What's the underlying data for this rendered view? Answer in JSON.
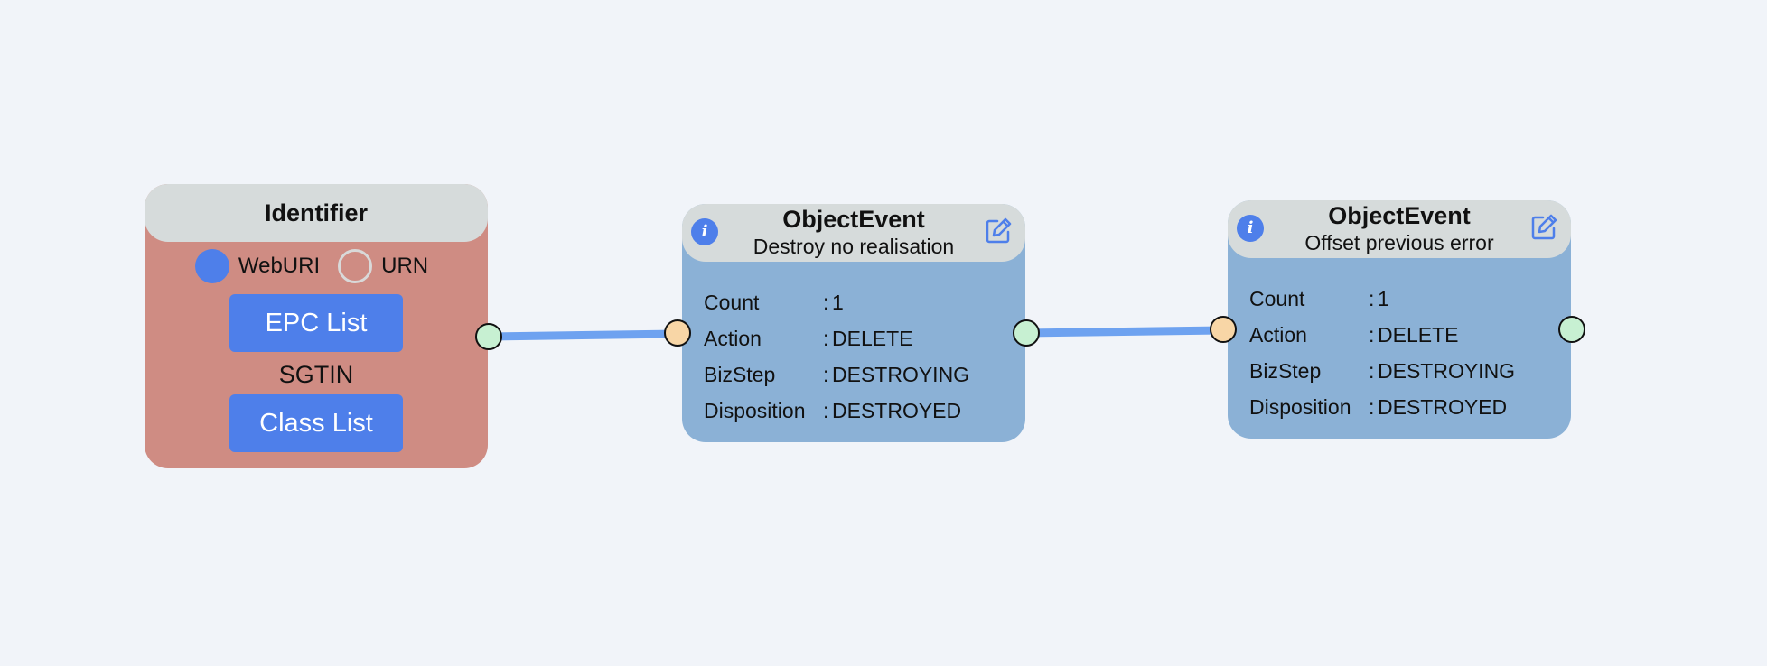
{
  "colors": {
    "background": "#f1f4f9",
    "identifier_node": "#cf8c83",
    "event_node": "#8bb1d6",
    "header": "#d6dbdb",
    "accent": "#4e7fea",
    "edge": "#6ea2f0",
    "output_port": "#c7f0d2",
    "input_port": "#f8d6a6"
  },
  "identifier": {
    "title": "Identifier",
    "formats": [
      {
        "label": "WebURI",
        "selected": true
      },
      {
        "label": "URN",
        "selected": false
      }
    ],
    "epc_list_label": "EPC List",
    "scheme": "SGTIN",
    "class_list_label": "Class List"
  },
  "events": [
    {
      "title": "ObjectEvent",
      "subtitle": "Destroy no realisation",
      "info_icon": "info-icon",
      "edit_icon": "edit-icon",
      "properties": [
        {
          "key": "Count",
          "sep": ":",
          "value": "1"
        },
        {
          "key": "Action",
          "sep": ":",
          "value": "DELETE"
        },
        {
          "key": "BizStep",
          "sep": ":",
          "value": "DESTROYING"
        },
        {
          "key": "Disposition",
          "sep": ":",
          "value": "DESTROYED"
        }
      ]
    },
    {
      "title": "ObjectEvent",
      "subtitle": "Offset previous error",
      "info_icon": "info-icon",
      "edit_icon": "edit-icon",
      "properties": [
        {
          "key": "Count",
          "sep": ":",
          "value": "1"
        },
        {
          "key": "Action",
          "sep": ":",
          "value": "DELETE"
        },
        {
          "key": "BizStep",
          "sep": ":",
          "value": "DESTROYING"
        },
        {
          "key": "Disposition",
          "sep": ":",
          "value": "DESTROYED"
        }
      ]
    }
  ],
  "info_glyph": "i"
}
